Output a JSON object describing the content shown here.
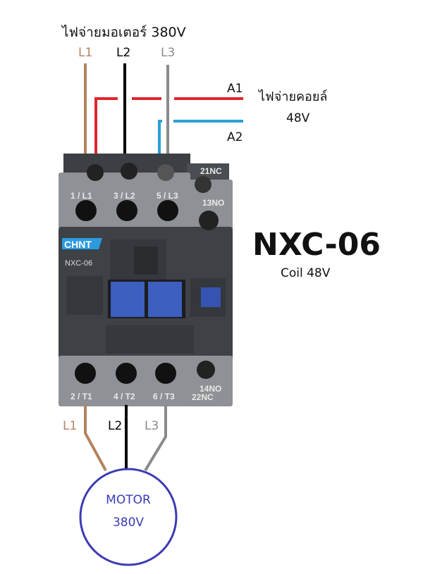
{
  "supply": {
    "motor_supply_label": "ไฟจ่ายมอเตอร์ 380V",
    "coil_supply_label": "ไฟจ่ายคอยล์",
    "coil_voltage": "48V",
    "phases_in": [
      "L1",
      "L2",
      "L3"
    ],
    "a1": "A1",
    "a2": "A2"
  },
  "contactor": {
    "brand": "CHNT",
    "model_small": "NXC-06",
    "top_terminals": [
      "1 / L1",
      "3 / L2",
      "5 / L3"
    ],
    "aux_top": [
      "21NC",
      "13NO"
    ],
    "bottom_terminals": [
      "2 / T1",
      "4 / T2",
      "6 / T3"
    ],
    "aux_bottom": [
      "14NO",
      "22NC"
    ]
  },
  "title": {
    "model": "NXC-06",
    "coil": "Coil 48V"
  },
  "motor": {
    "phases_out": [
      "L1",
      "L2",
      "L3"
    ],
    "name": "MOTOR",
    "voltage": "380V"
  },
  "colors": {
    "l1": "#b5835f",
    "l2": "#000000",
    "l3": "#8a8a8a",
    "a1": "#e0262e",
    "a2": "#2aa0d8",
    "motor": "#3b3bb5",
    "brand": "#2b9be0"
  }
}
